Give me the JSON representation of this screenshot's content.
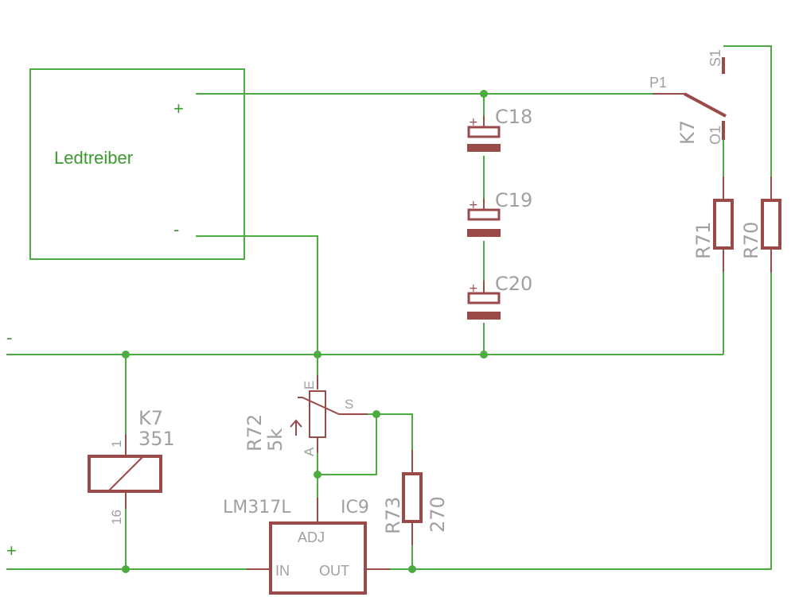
{
  "module": {
    "name": "Ledtreiber",
    "plus": "+",
    "minus": "-"
  },
  "rails": {
    "minus": "-",
    "plus": "+"
  },
  "capacitors": [
    {
      "name": "C18",
      "polarity": "+"
    },
    {
      "name": "C19",
      "polarity": "+"
    },
    {
      "name": "C20",
      "polarity": "+"
    }
  ],
  "relay_contact": {
    "name": "K7",
    "pin_p": "P1",
    "pin_o": "O1",
    "pin_s": "S1"
  },
  "relay_coil": {
    "name": "K7",
    "value": "351",
    "pin_top": "1",
    "pin_bottom": "16"
  },
  "resistors": {
    "r71": {
      "name": "R71"
    },
    "r70": {
      "name": "R70"
    },
    "r73": {
      "name": "R73",
      "value": "270"
    }
  },
  "trimmer": {
    "name": "R72",
    "value": "5k",
    "pin_e": "E",
    "pin_a": "A",
    "pin_s": "S"
  },
  "regulator": {
    "part": "LM317L",
    "ref": "IC9",
    "pin_adj": "ADJ",
    "pin_in": "IN",
    "pin_out": "OUT"
  },
  "colors": {
    "wire": "#4cac40",
    "component": "#9b4a4a",
    "label": "#a0a0a0",
    "module": "#3a9a30"
  }
}
